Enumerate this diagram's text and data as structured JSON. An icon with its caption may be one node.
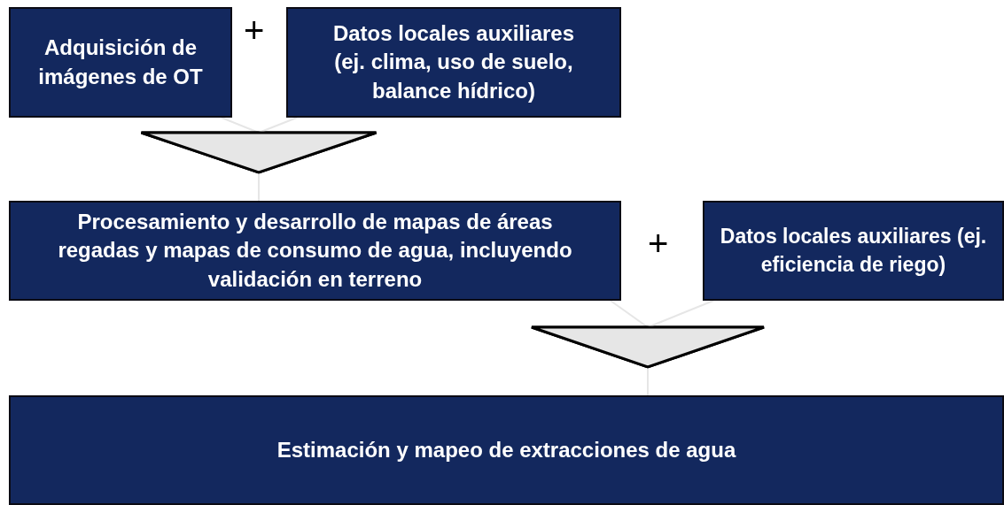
{
  "diagram": {
    "nodes": [
      {
        "text": [
          "Adquisición de imágenes de OT"
        ]
      },
      {
        "text": [
          "Datos locales auxiliares (ej. clima, uso de suelo, balance hídrico)"
        ]
      },
      {
        "text": [
          "Procesamiento y desarrollo de mapas de áreas regadas y mapas de consumo de agua, incluyendo validación en terreno"
        ]
      },
      {
        "text": [
          "Datos locales auxiliares (ej. eficiencia de riego)"
        ]
      },
      {
        "text": [
          "Estimación y mapeo de extracciones de agua"
        ]
      }
    ],
    "edges": [
      {
        "from": 0,
        "to": 2,
        "arrow": "to"
      },
      {
        "from": 1,
        "to": 2,
        "arrow": "to"
      },
      {
        "from": 2,
        "to": 4,
        "arrow": "to"
      },
      {
        "from": 3,
        "to": 4,
        "arrow": "to"
      }
    ],
    "labels": [
      "+",
      "+"
    ]
  }
}
